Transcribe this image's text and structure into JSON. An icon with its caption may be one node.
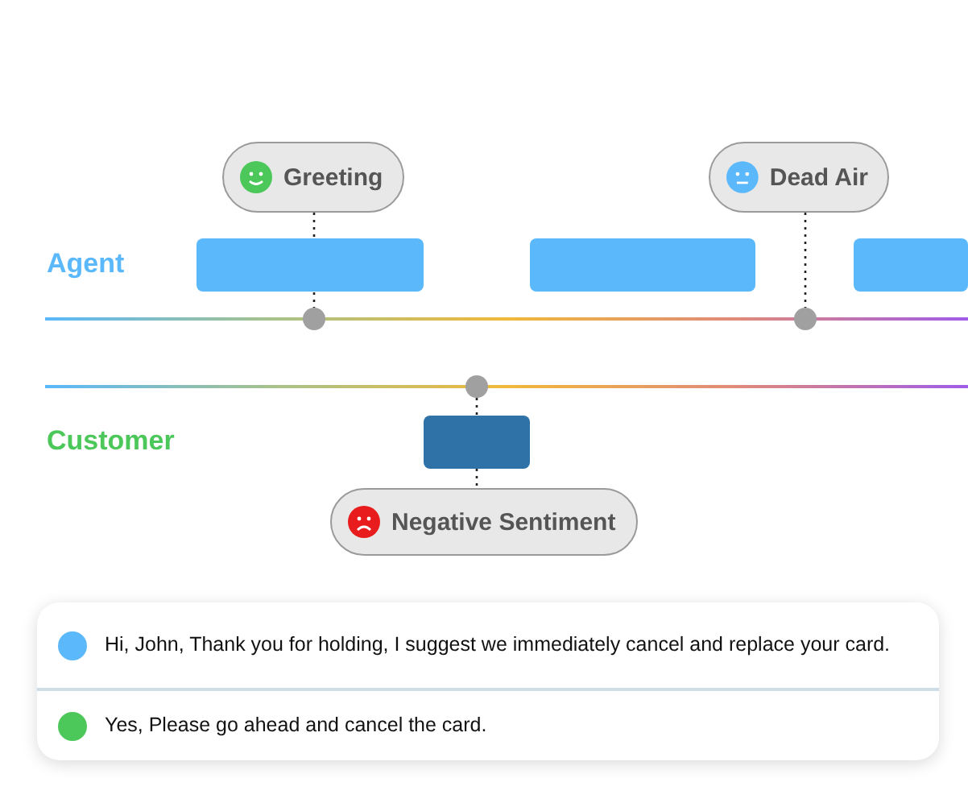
{
  "diagram": {
    "nodes": [
      {
        "text": [
          "Greeting"
        ]
      },
      {
        "text": [
          "Dead Air"
        ]
      },
      {
        "text": [],
        "shape": "bar"
      },
      {
        "text": [],
        "shape": "bar"
      },
      {
        "text": [],
        "shape": "bar"
      },
      {
        "text": [],
        "shape": "circle"
      },
      {
        "text": [],
        "shape": "circle"
      },
      {
        "text": [],
        "shape": "circle"
      },
      {
        "text": [],
        "shape": "bar"
      },
      {
        "text": [
          "Negative Sentiment"
        ]
      }
    ],
    "edges": [
      {
        "from": 0,
        "to": 5,
        "arrow": "none",
        "style": "dashed"
      },
      {
        "from": 1,
        "to": 6,
        "arrow": "none",
        "style": "dashed"
      },
      {
        "from": 7,
        "to": 8,
        "arrow": "none",
        "style": "dashed"
      },
      {
        "from": 8,
        "to": 9,
        "arrow": "none",
        "style": "dashed"
      }
    ],
    "labels": [
      "Agent",
      "Customer",
      "Hi, John, Thank you for holding, I suggest we immediately cancel and replace your card.",
      "Yes, Please go ahead and cancel the card."
    ]
  }
}
